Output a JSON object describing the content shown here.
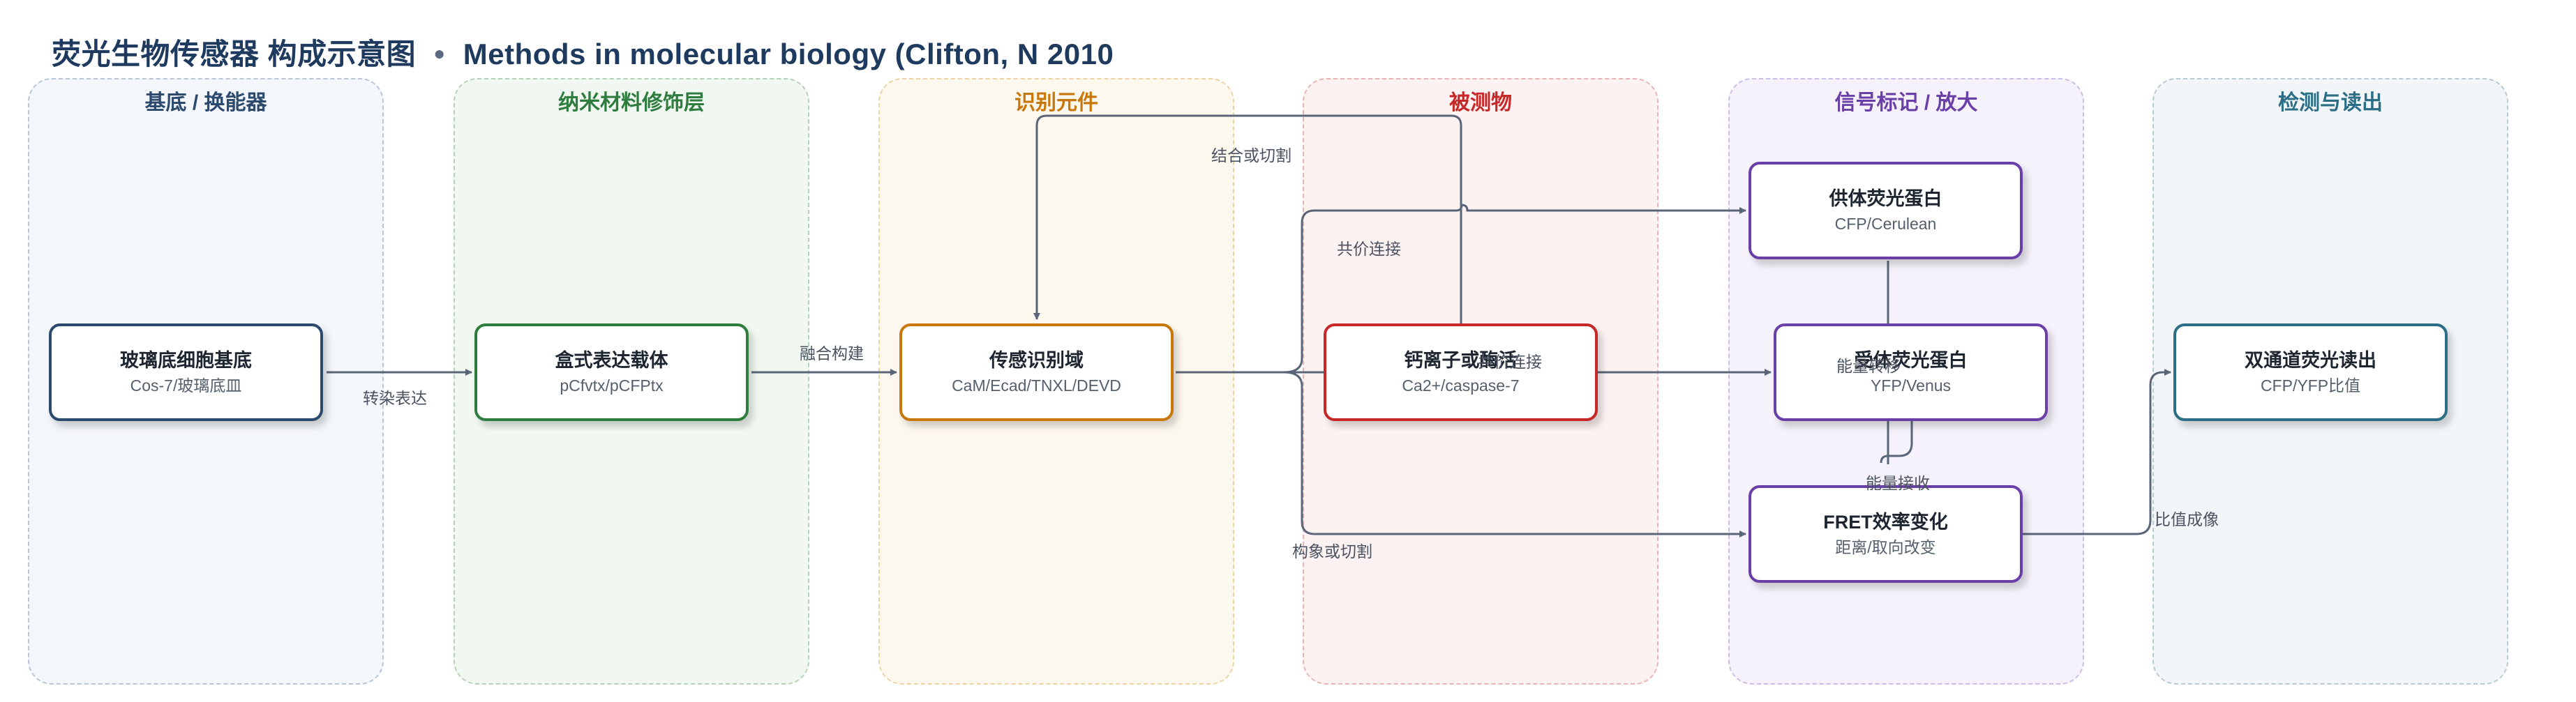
{
  "title": "荧光生物传感器 构成示意图",
  "subtitle": "Methods in molecular biology (Clifton, N 2010",
  "separator": "•",
  "colors": {
    "substrate": "#2c4a6e",
    "nano": "#2e7d3e",
    "recognition": "#c8780a",
    "analyte": "#c62828",
    "signal": "#6a3fa8",
    "readout": "#2c6e86",
    "edge": "#5a6678"
  },
  "lanes": [
    {
      "title": "基底 / 换能器"
    },
    {
      "title": "纳米材料修饰层"
    },
    {
      "title": "识别元件"
    },
    {
      "title": "被测物"
    },
    {
      "title": "信号标记 / 放大"
    },
    {
      "title": "检测与读出"
    }
  ],
  "nodes": {
    "substrate": {
      "name": "玻璃底细胞基底",
      "detail": "Cos-7/玻璃底皿"
    },
    "vector": {
      "name": "盒式表达载体",
      "detail": "pCfvtx/pCFPtx"
    },
    "sensor": {
      "name": "传感识别域",
      "detail": "CaM/Ecad/TNXL/DEVD"
    },
    "analyte": {
      "name": "钙离子或酶活",
      "detail": "Ca2+/caspase-7"
    },
    "donor": {
      "name": "供体荧光蛋白",
      "detail": "CFP/Cerulean"
    },
    "acceptor": {
      "name": "受体荧光蛋白",
      "detail": "YFP/Venus"
    },
    "fret": {
      "name": "FRET效率变化",
      "detail": "距离/取向改变"
    },
    "readout": {
      "name": "双通道荧光读出",
      "detail": "CFP/YFP比值"
    }
  },
  "edges": {
    "transfect": "转染表达",
    "fusion": "融合构建",
    "bind_cleave": "结合或切割",
    "covalent_donor": "共价连接",
    "covalent_acceptor": "共价连接",
    "energy_transfer": "能量转移",
    "energy_accept": "能量接收",
    "conformation": "构象或切割",
    "ratio_imaging": "比值成像"
  }
}
